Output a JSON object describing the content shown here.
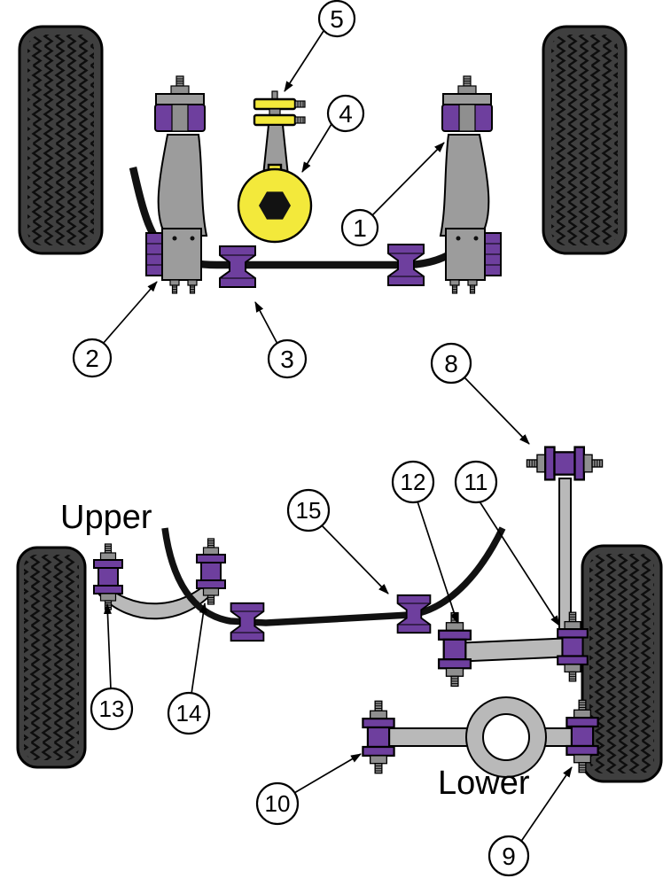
{
  "diagram": {
    "labels": {
      "upper": "Upper",
      "lower": "Lower"
    },
    "callouts": {
      "n1": "1",
      "n2": "2",
      "n3": "3",
      "n4": "4",
      "n5": "5",
      "n8": "8",
      "n9": "9",
      "n10": "10",
      "n11": "11",
      "n12": "12",
      "n13": "13",
      "n14": "14",
      "n15": "15"
    },
    "colors": {
      "bushing": "#6e3f9e",
      "highlight": "#f3e93b",
      "arm": "#9c9c9c",
      "armlight": "#b9b9b9",
      "tire": "#3f3f3f",
      "bar": "#111111"
    }
  }
}
